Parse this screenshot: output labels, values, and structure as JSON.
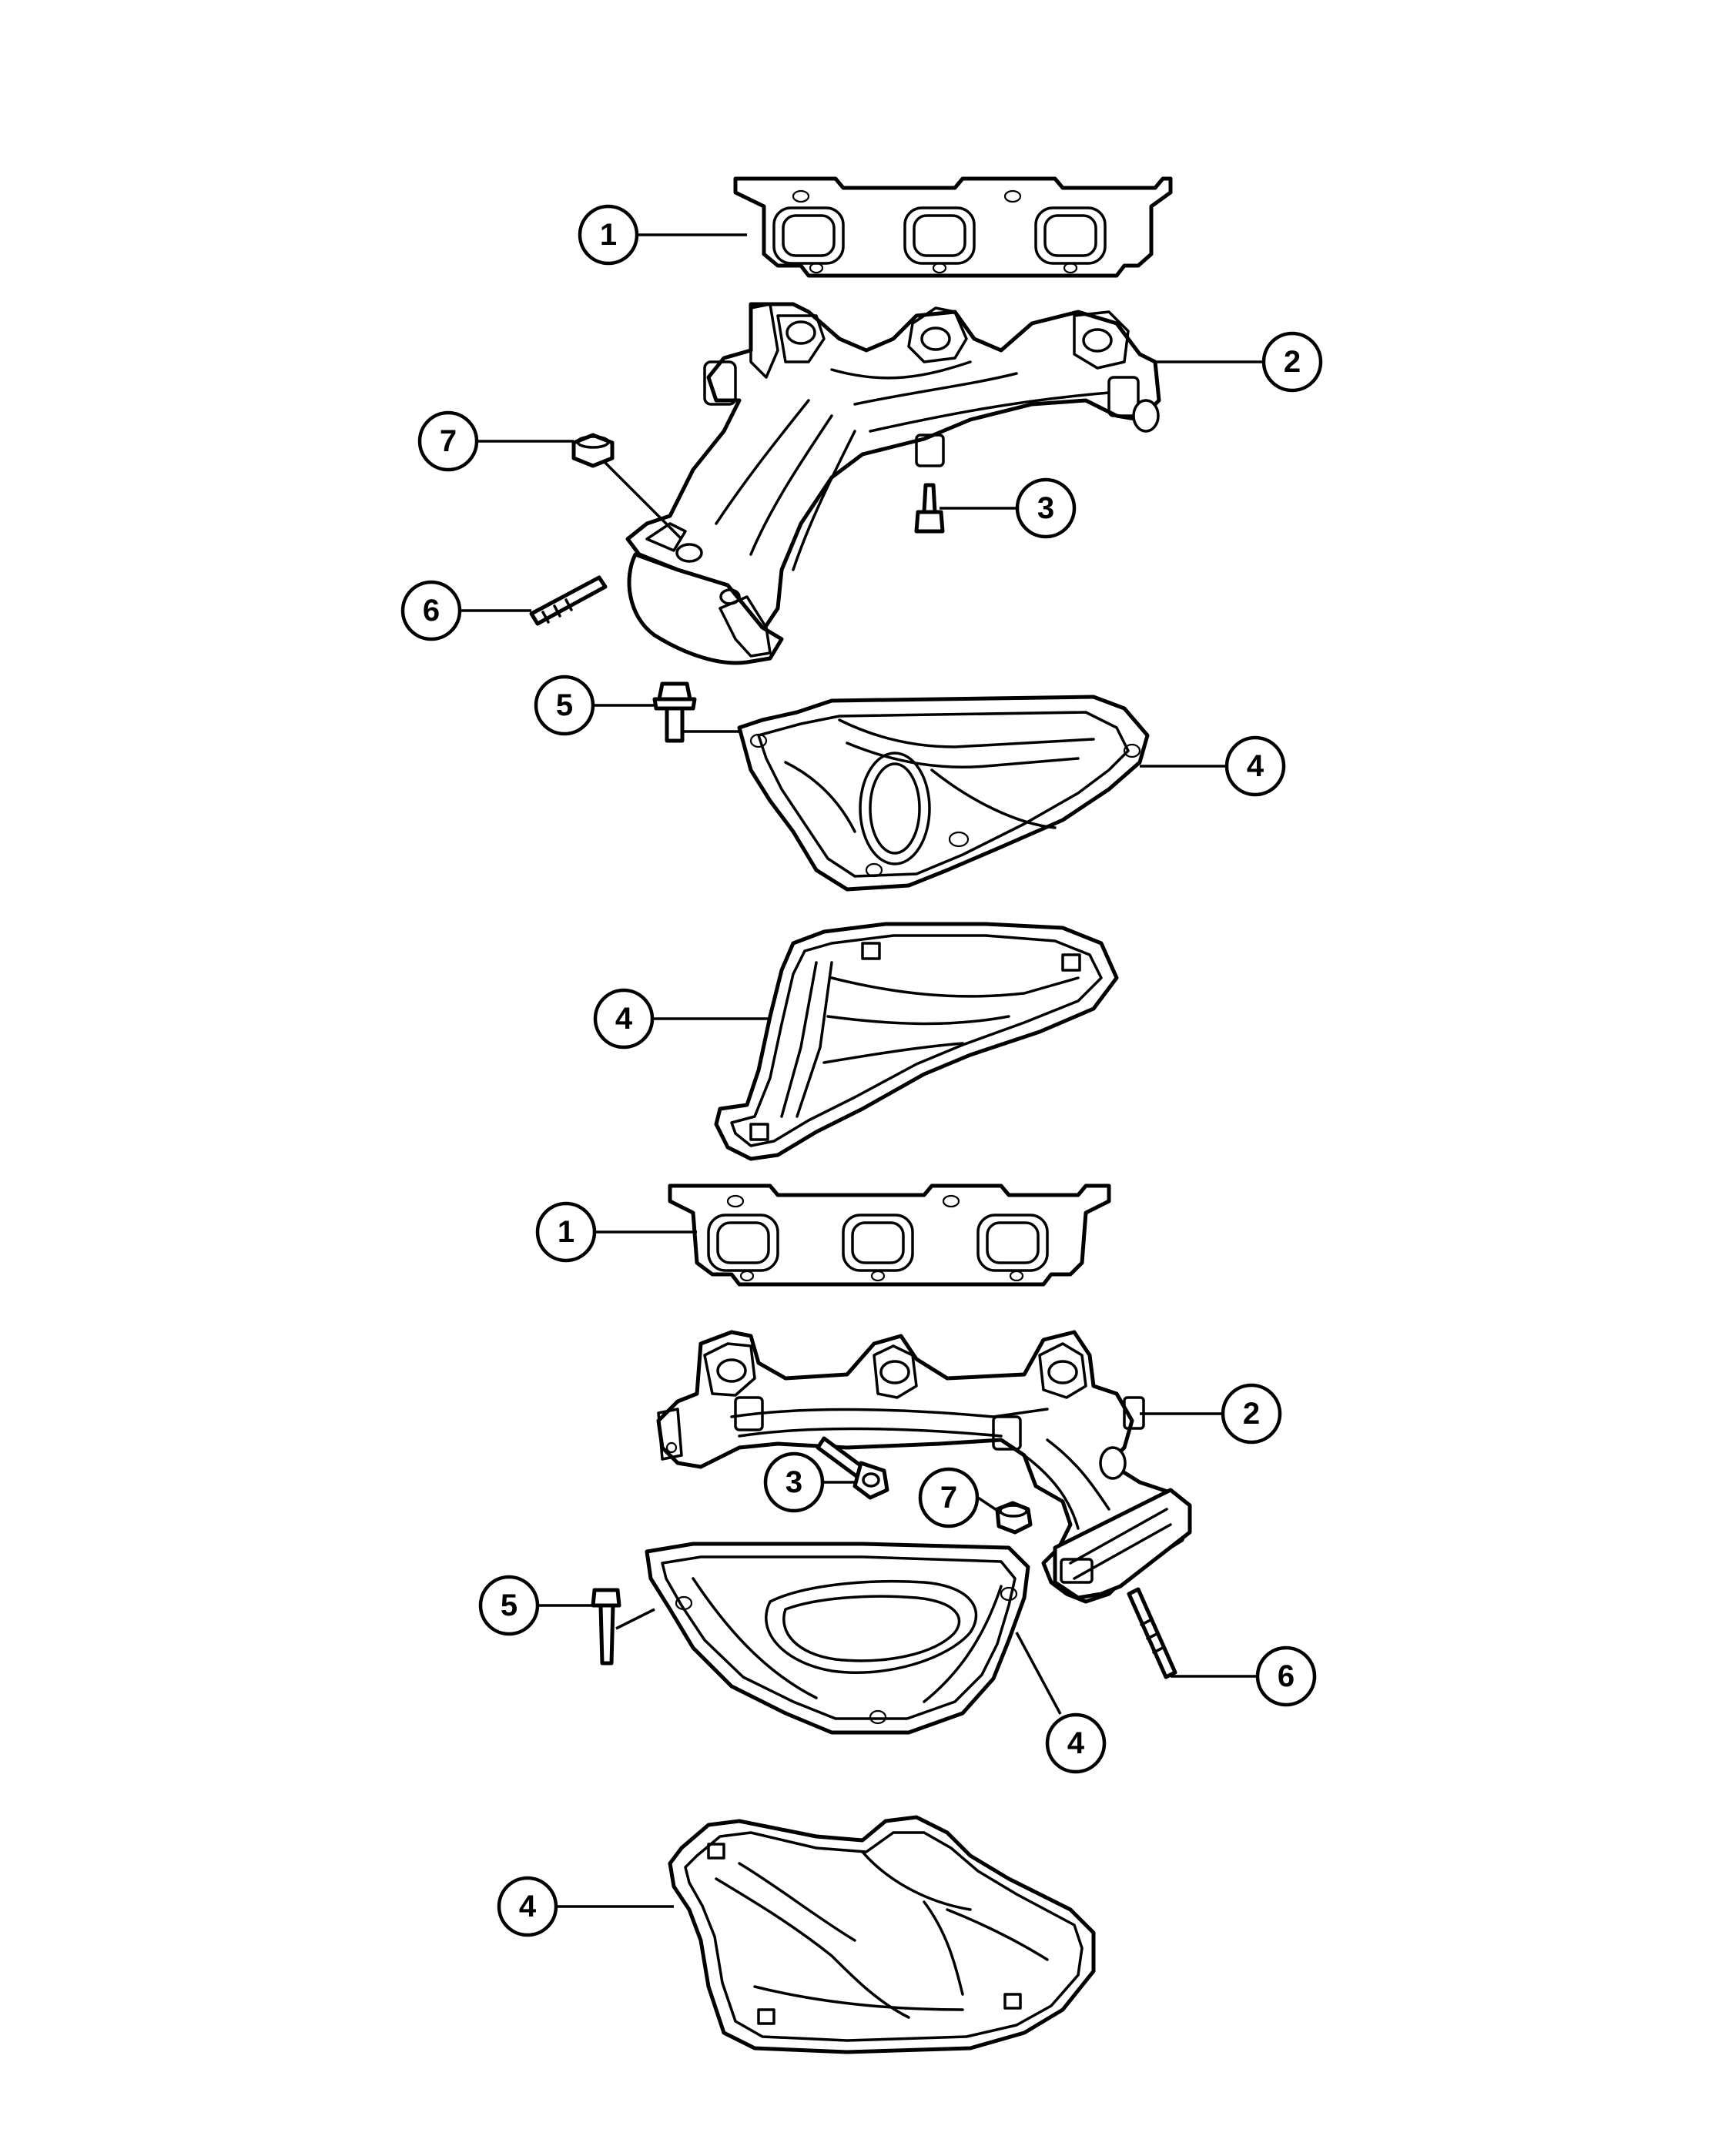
{
  "callouts": [
    {
      "id": "c1a",
      "label": "1"
    },
    {
      "id": "c2a",
      "label": "2"
    },
    {
      "id": "c7a",
      "label": "7"
    },
    {
      "id": "c3a",
      "label": "3"
    },
    {
      "id": "c6a",
      "label": "6"
    },
    {
      "id": "c5a",
      "label": "5"
    },
    {
      "id": "c4a",
      "label": "4"
    },
    {
      "id": "c4b",
      "label": "4"
    },
    {
      "id": "c1b",
      "label": "1"
    },
    {
      "id": "c2b",
      "label": "2"
    },
    {
      "id": "c3b",
      "label": "3"
    },
    {
      "id": "c7b",
      "label": "7"
    },
    {
      "id": "c5b",
      "label": "5"
    },
    {
      "id": "c6b",
      "label": "6"
    },
    {
      "id": "c4c",
      "label": "4"
    },
    {
      "id": "c4d",
      "label": "4"
    }
  ],
  "colors": {
    "line": "#000000",
    "background": "#ffffff"
  }
}
